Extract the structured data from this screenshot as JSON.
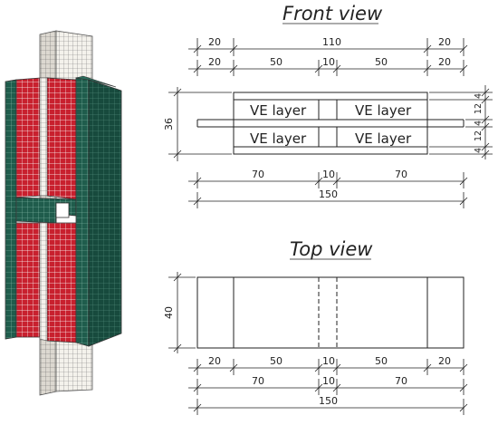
{
  "front_view": {
    "title": "Front view",
    "layer_labels": [
      "VE layer",
      "VE layer",
      "VE layer",
      "VE layer"
    ],
    "dims_top_row1": [
      "20",
      "110",
      "20"
    ],
    "dims_top_row2": [
      "20",
      "50",
      "10",
      "50",
      "20"
    ],
    "dim_height": "36",
    "dims_right": [
      "4",
      "12",
      "4",
      "12",
      "4"
    ],
    "dims_bottom_row1": [
      "70",
      "10",
      "70"
    ],
    "dims_bottom_row2": [
      "150"
    ]
  },
  "top_view": {
    "title": "Top view",
    "dim_width": "40",
    "dims_bottom_row1": [
      "20",
      "50",
      "10",
      "50",
      "20"
    ],
    "dims_bottom_row2": [
      "70",
      "10",
      "70"
    ],
    "dims_bottom_row3": [
      "150"
    ]
  },
  "model_3d": {
    "colors": {
      "steel": "#d8d4cc",
      "ve_layer": "#c8202e",
      "side_plate": "#1f5c4c"
    }
  }
}
